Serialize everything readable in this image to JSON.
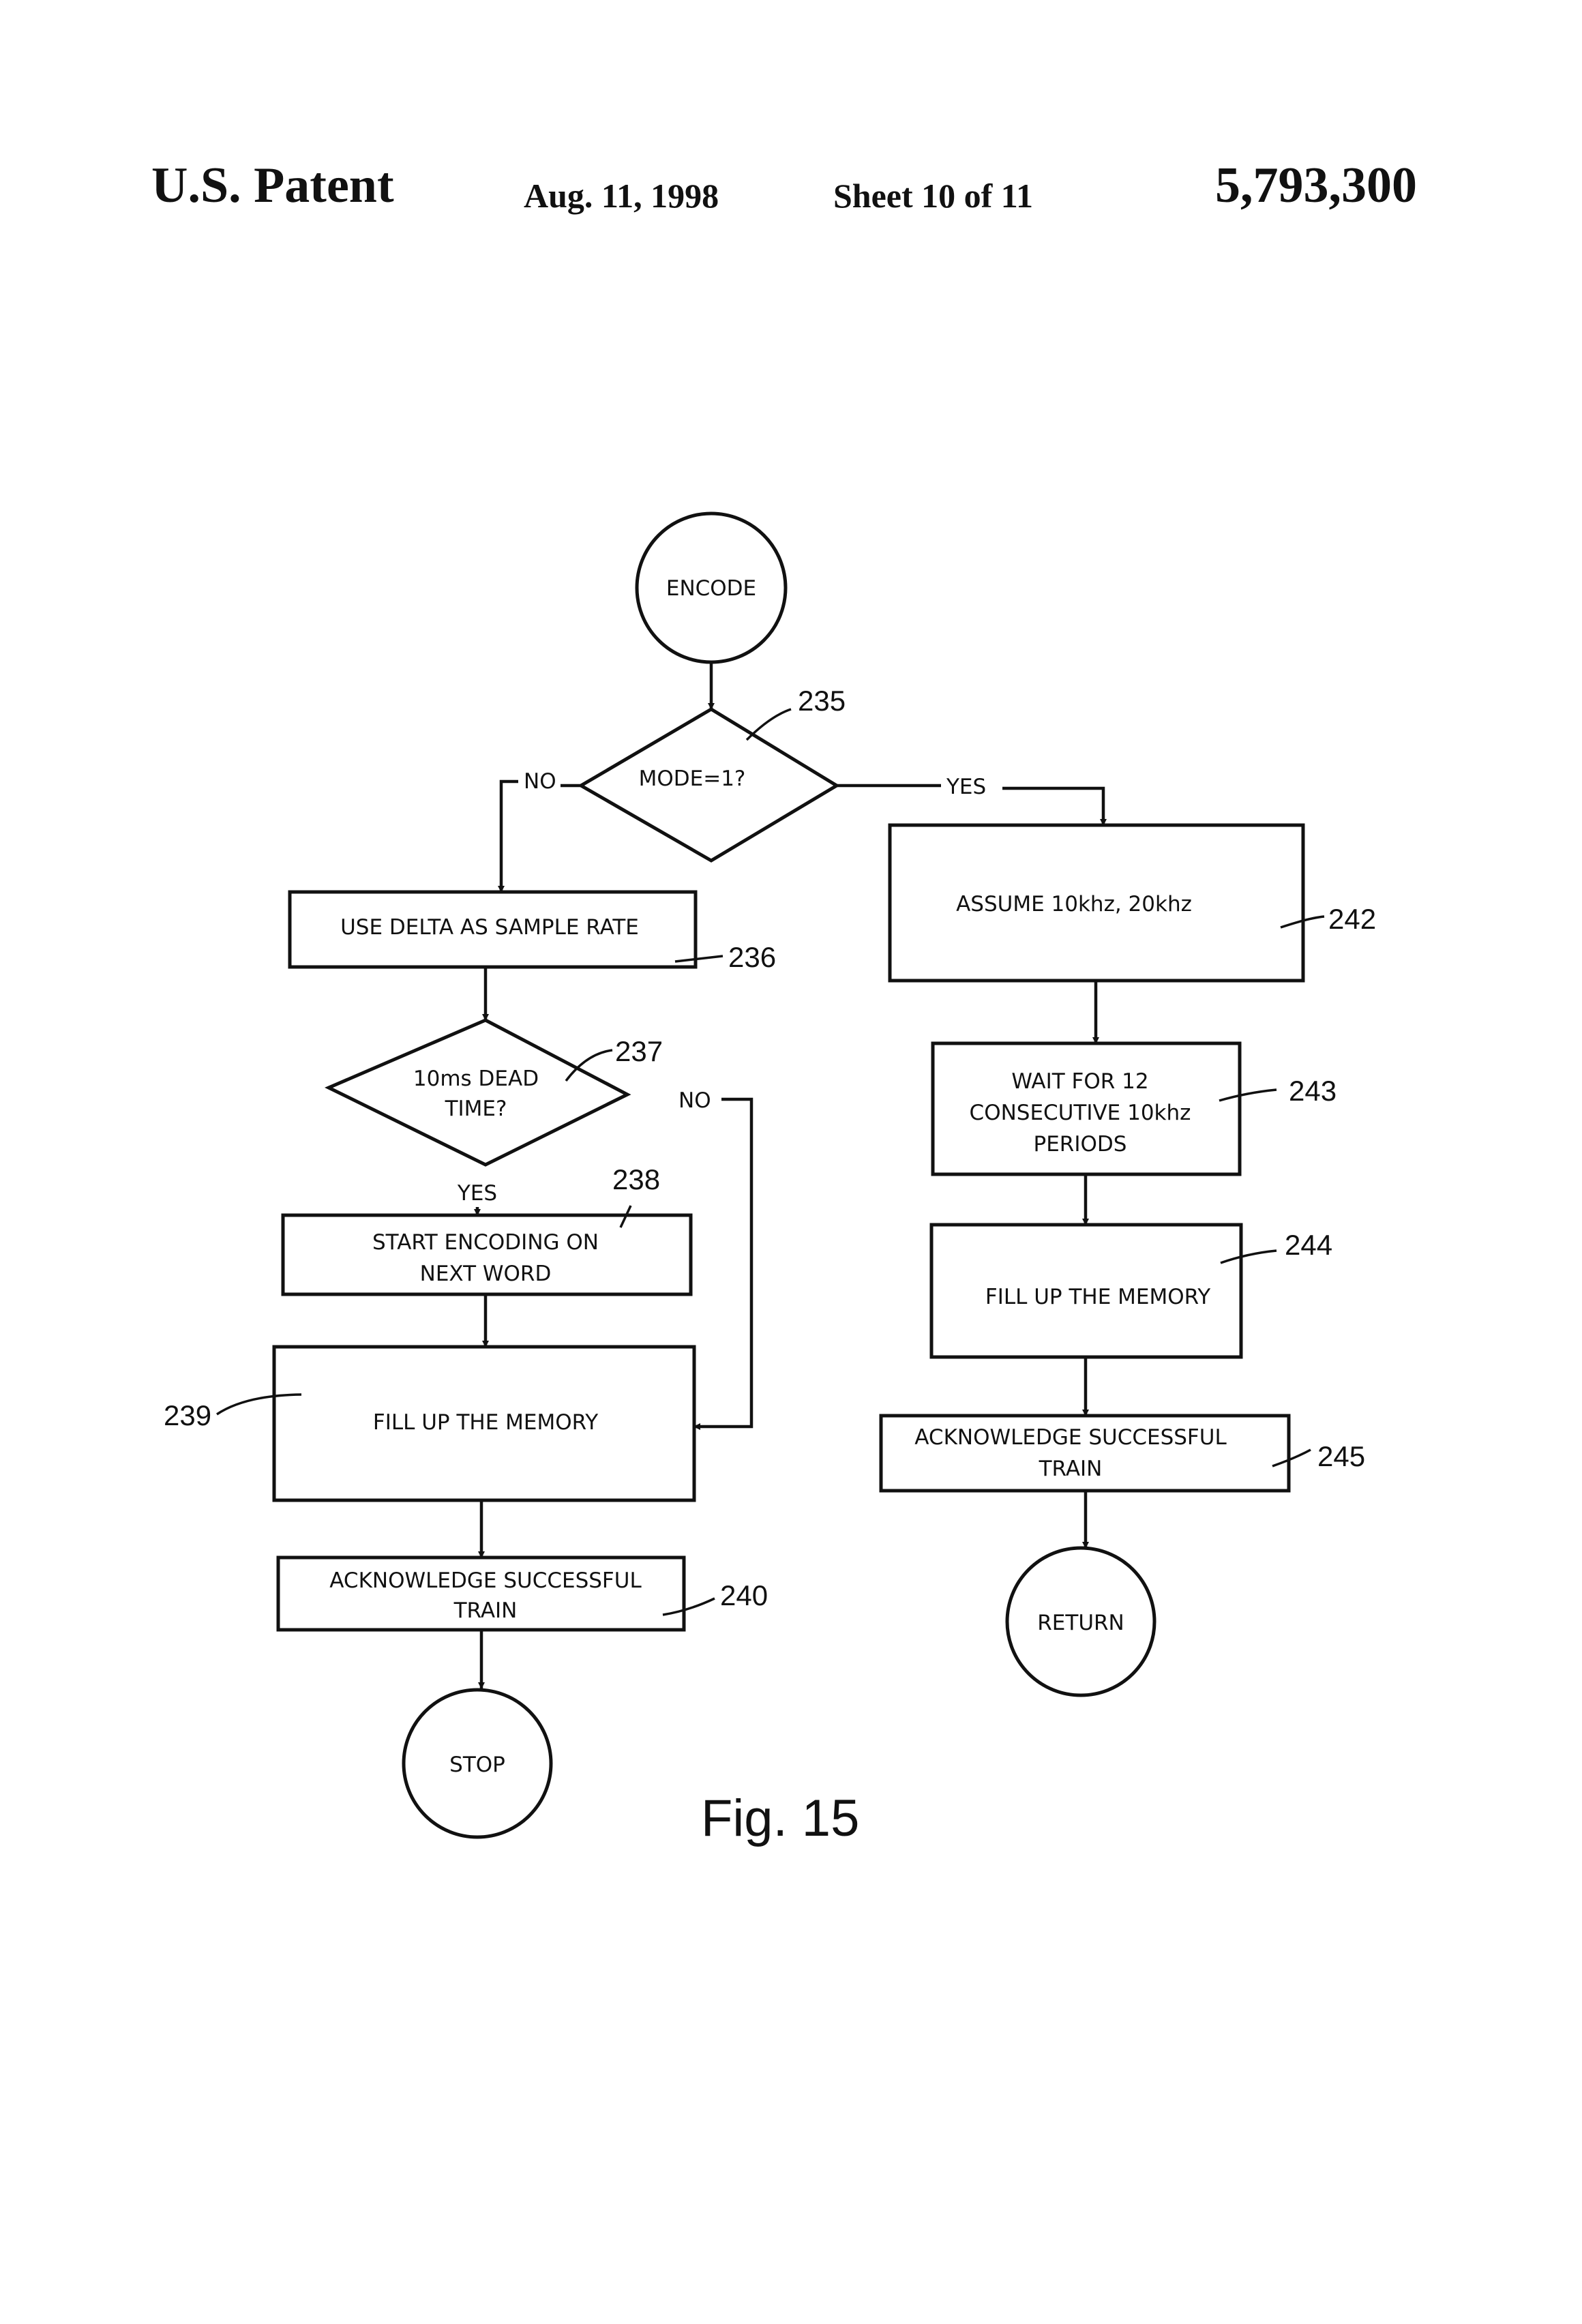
{
  "header": {
    "title": "U.S. Patent",
    "date": "Aug. 11, 1998",
    "sheet": "Sheet 10 of 11",
    "patent_number": "5,793,300"
  },
  "figure_label": "Fig. 15",
  "flow": {
    "start": "ENCODE",
    "decision_mode": "MODE=1?",
    "mode_no": "NO",
    "mode_yes": "YES",
    "left": {
      "use_delta": "USE DELTA AS SAMPLE RATE",
      "dead_time_line1": "10ms DEAD",
      "dead_time_line2": "TIME?",
      "dead_time_yes": "YES",
      "dead_time_no": "NO",
      "start_encoding_line1": "START ENCODING ON",
      "start_encoding_line2": "NEXT WORD",
      "fill_memory": "FILL UP THE MEMORY",
      "ack_line1": "ACKNOWLEDGE SUCCESSFUL",
      "ack_line2": "TRAIN",
      "stop": "STOP"
    },
    "right": {
      "assume": "ASSUME 10khz, 20khz",
      "wait_line1": "WAIT FOR 12",
      "wait_line2": "CONSECUTIVE 10khz",
      "wait_line3": "PERIODS",
      "fill_memory": "FILL UP THE MEMORY",
      "ack_line1": "ACKNOWLEDGE SUCCESSFUL",
      "ack_line2": "TRAIN",
      "return": "RETURN"
    }
  },
  "refs": {
    "r235": "235",
    "r236": "236",
    "r237": "237",
    "r238": "238",
    "r239": "239",
    "r240": "240",
    "r242": "242",
    "r243": "243",
    "r244": "244",
    "r245": "245"
  }
}
